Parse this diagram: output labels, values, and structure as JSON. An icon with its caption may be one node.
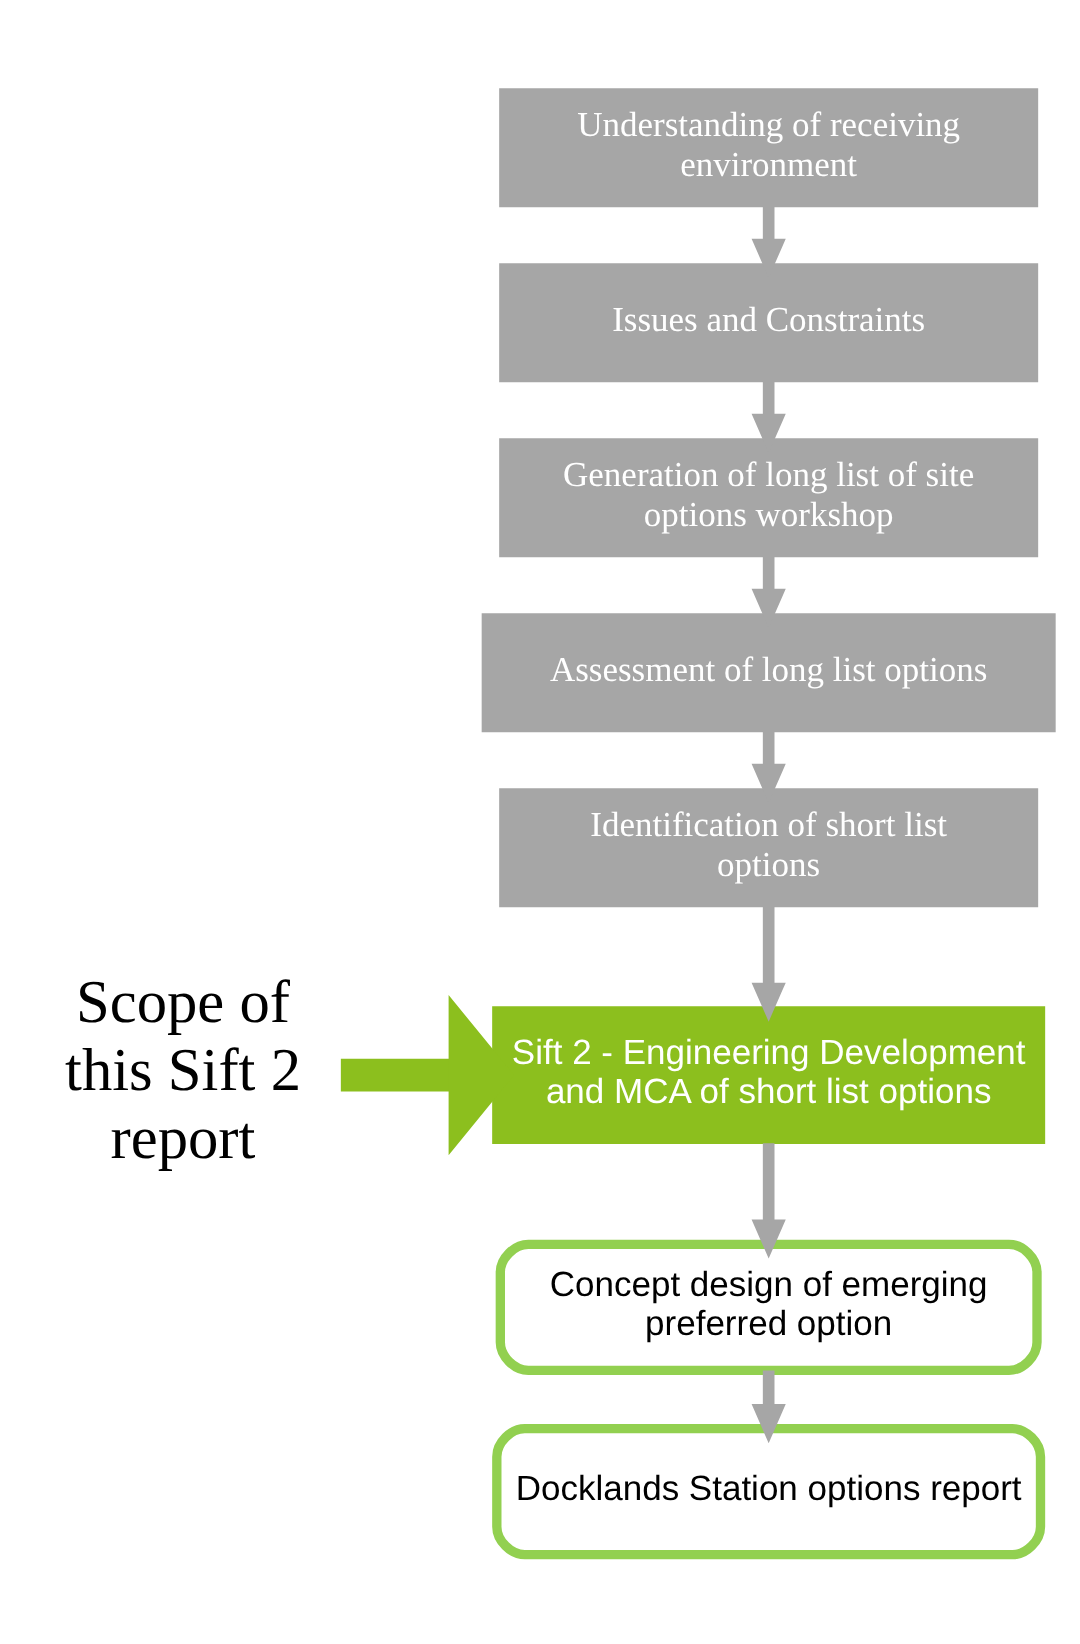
{
  "diagram": {
    "nodes": [
      {
        "text": [
          "Understanding of receiving environment"
        ]
      },
      {
        "text": [
          "Issues and Constraints"
        ]
      },
      {
        "text": [
          "Generation of long list of site options workshop"
        ]
      },
      {
        "text": [
          "Assessment of long list options"
        ]
      },
      {
        "text": [
          "Identification of short list options"
        ]
      },
      {
        "text": [
          "Sift 2 - Engineering Development and MCA of short list options"
        ]
      },
      {
        "text": [
          "Concept design of emerging preferred option"
        ]
      },
      {
        "text": [
          "Docklands Station options report"
        ]
      },
      {
        "text": [
          "Scope of this Sift 2 report"
        ]
      }
    ],
    "edges": [
      {
        "from": 0,
        "to": 1,
        "arrow": "to"
      },
      {
        "from": 1,
        "to": 2,
        "arrow": "to"
      },
      {
        "from": 2,
        "to": 3,
        "arrow": "to"
      },
      {
        "from": 3,
        "to": 4,
        "arrow": "to"
      },
      {
        "from": 4,
        "to": 5,
        "arrow": "to"
      },
      {
        "from": 5,
        "to": 6,
        "arrow": "to"
      },
      {
        "from": 6,
        "to": 7,
        "arrow": "to"
      },
      {
        "from": 8,
        "to": 5,
        "arrow": "to",
        "style": "thick",
        "color": "#8cbf1e"
      }
    ]
  }
}
